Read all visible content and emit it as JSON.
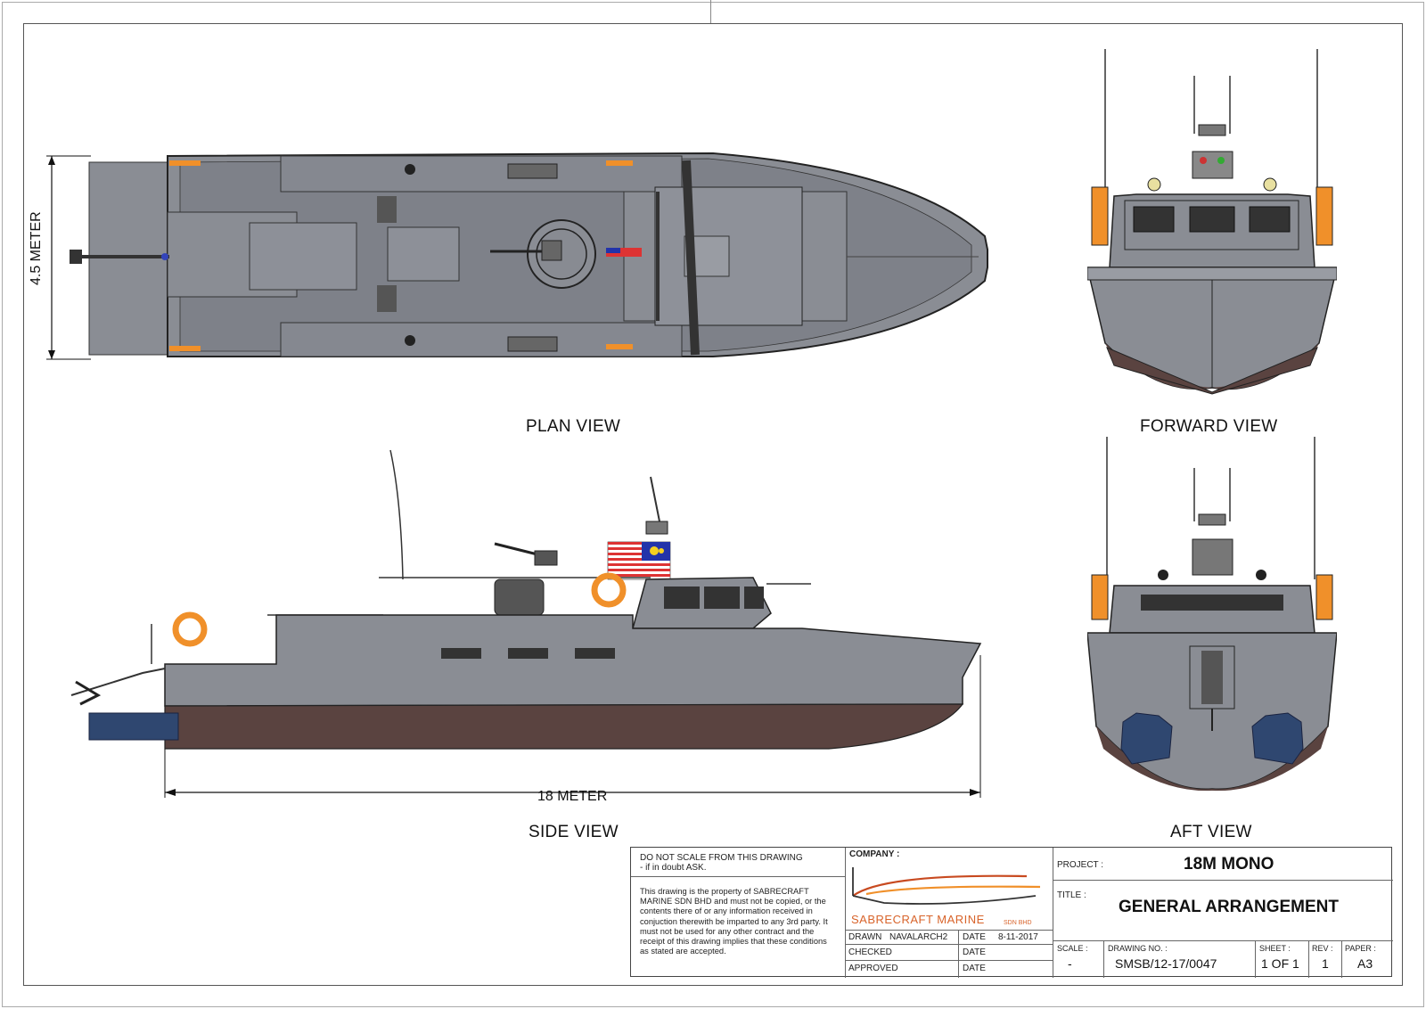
{
  "views": {
    "plan": "PLAN VIEW",
    "forward": "FORWARD VIEW",
    "side": "SIDE VIEW",
    "aft": "AFT VIEW"
  },
  "dimensions": {
    "beam": "4.5 METER",
    "length": "18 METER"
  },
  "title_block": {
    "warning_1": "DO NOT SCALE FROM THIS DRAWING",
    "warning_2": "- if in doubt ASK.",
    "notice": "This drawing is the property of SABRECRAFT MARINE SDN BHD and must not be copied, or the contents there of or any information received in conjuction therewith be imparted to any 3rd party. It must not be used for any other contract and the receipt of this drawing implies that these conditions as stated are accepted.",
    "company_label": "COMPANY :",
    "company_name": "SABRECRAFT MARINE",
    "company_suffix": "SDN BHD",
    "drawn_label": "DRAWN",
    "drawn_value": "NAVALARCH2",
    "date_label": "DATE",
    "drawn_date": "8-11-2017",
    "checked_label": "CHECKED",
    "approved_label": "APPROVED",
    "project_label": "PROJECT :",
    "project_value": "18M MONO",
    "title_label": "TITLE :",
    "title_value": "GENERAL ARRANGEMENT",
    "scale_label": "SCALE :",
    "scale_value": "-",
    "drawing_no_label": "DRAWING NO. :",
    "drawing_no_value": "SMSB/12-17/0047",
    "sheet_label": "SHEET :",
    "sheet_value": "1 OF 1",
    "rev_label": "REV :",
    "rev_value": "1",
    "paper_label": "PAPER :",
    "paper_value": "A3"
  },
  "colors": {
    "hull_grey": "#8a8d94",
    "deck_grey": "#7e8189",
    "bottom_paint": "#5a4340",
    "orange": "#f0902a",
    "waterjet_blue": "#2f4770"
  }
}
